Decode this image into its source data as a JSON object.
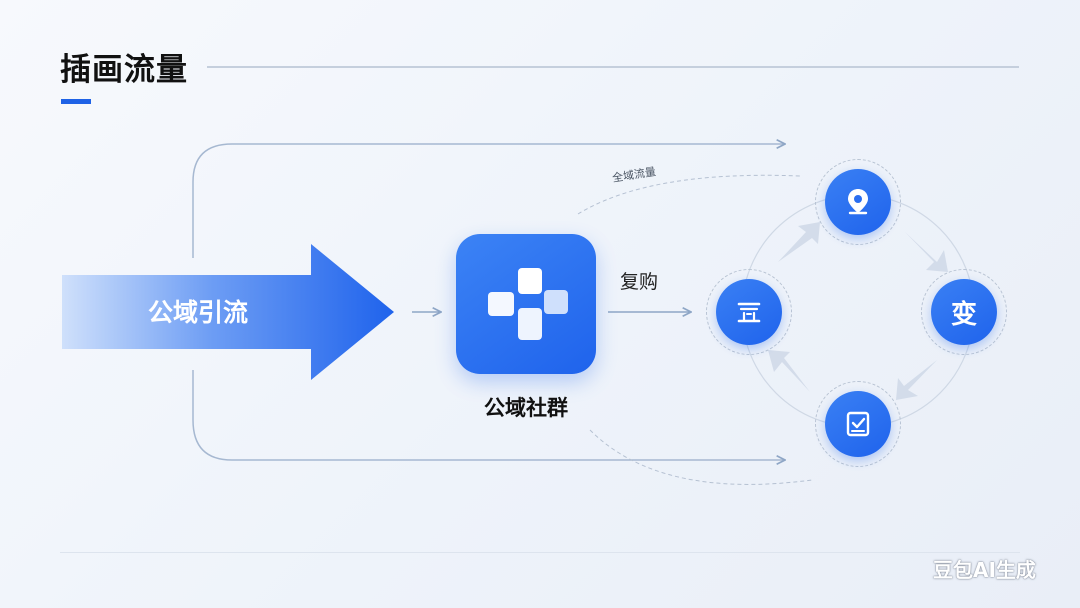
{
  "header": {
    "title": "插画流量"
  },
  "diagram": {
    "source_label": "公域引流",
    "hub_label": "公域社群",
    "hub_icon": "cross-blocks-icon",
    "repurchase_label": "复购",
    "traffic_label": "全域流量",
    "cycle_nodes": [
      {
        "icon": "location-pin-icon"
      },
      {
        "icon": "change-badge-icon",
        "text": "变"
      },
      {
        "icon": "checklist-icon"
      },
      {
        "icon": "display-badge-icon"
      }
    ],
    "colors": {
      "accent": "#1e62e6",
      "line": "#9fb2cc",
      "cycle_arrow": "#d3dcea"
    }
  },
  "watermark": "豆包AI生成"
}
